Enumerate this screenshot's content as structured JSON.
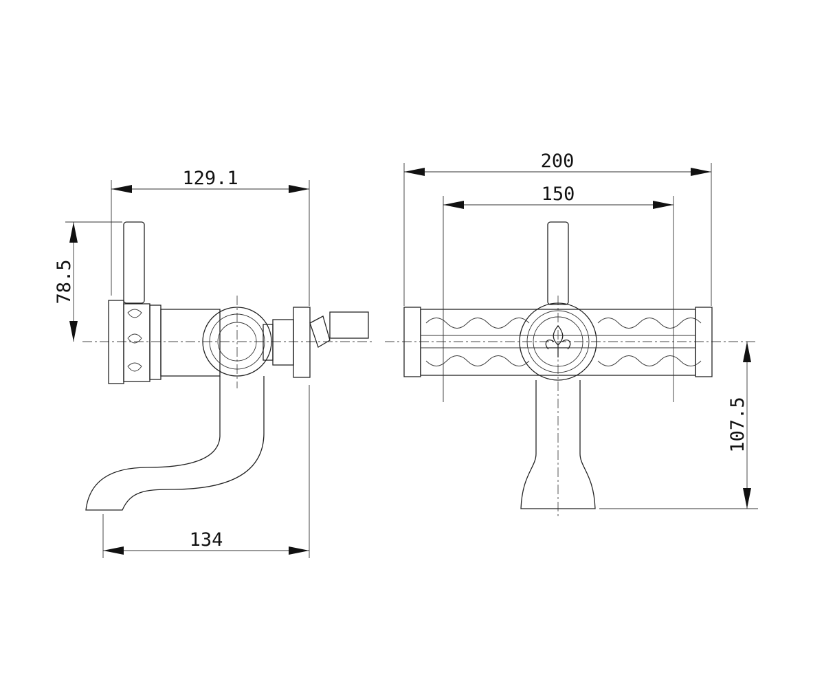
{
  "dimensions": {
    "side_width_top": "129.1",
    "side_handle_height": "78.5",
    "side_spout_reach": "134",
    "front_total_width": "200",
    "front_centers": "150",
    "front_spout_height": "107.5"
  },
  "colors": {
    "line": "#222222",
    "background": "#ffffff"
  }
}
